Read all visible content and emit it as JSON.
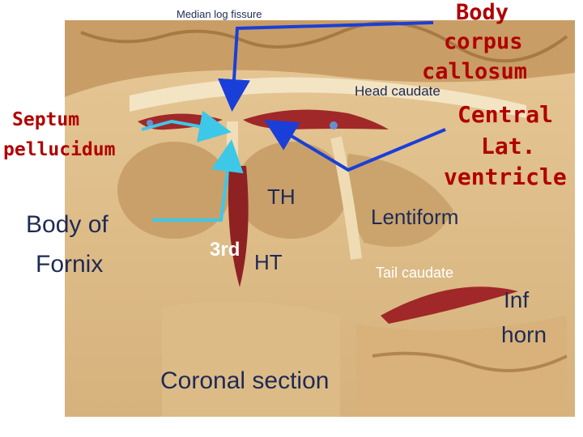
{
  "labels": {
    "median_fissure": "Median log fissure",
    "body_cc_1": "Body",
    "body_cc_2": "corpus",
    "body_cc_3": "callosum",
    "head_caudate": "Head caudate",
    "septum_1": "Septum",
    "septum_2": "pellucidum",
    "central_1": "Central",
    "central_2": "Lat.",
    "central_3": "ventricle",
    "th": "TH",
    "lentiform": "Lentiform",
    "fornix_1": "Body of",
    "fornix_2": "Fornix",
    "third": "3rd",
    "ht": "HT",
    "tail_caudate": "Tail caudate",
    "inf_1": "Inf",
    "inf_2": "horn",
    "coronal": "Coronal section"
  },
  "colors": {
    "label_red": "#b00000",
    "label_navy": "#1e2a55",
    "arrow_blue": "#1a3fd8",
    "arrow_cyan": "#3ec8e8",
    "tissue_tan": "#d9b884",
    "tissue_light": "#eed7a8",
    "ventricle_red": "#a02828"
  }
}
